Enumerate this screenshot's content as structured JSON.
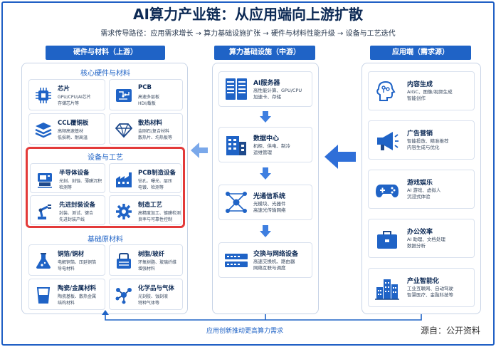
{
  "title": "AI算力产业链：从应用端向上游扩散",
  "subtitle": "需求传导路径：应用需求增长 → 算力基础设施扩张 → 硬件与材料性能升级 → 设备与工艺迭代",
  "columns": {
    "upstream": "硬件与材料（上游）",
    "midstream": "算力基础设施（中游）",
    "demand": "应用端（需求源）"
  },
  "upstream": {
    "core_title": "核心硬件与材料",
    "core": [
      {
        "title": "芯片",
        "desc": "GPU/CPU/AI芯片\n存储芯片等",
        "icon": "chip-icon"
      },
      {
        "title": "PCB",
        "desc": "高速多层板\nHDI/载板",
        "icon": "pcb-icon"
      },
      {
        "title": "CCL覆铜板",
        "desc": "高频高速基材\n低损耗、耐高温",
        "icon": "layers-icon"
      },
      {
        "title": "散热材料",
        "desc": "金刚石/复合材料\n散热片、均热板等",
        "icon": "diamond-icon"
      }
    ],
    "equip_title": "设备与工艺",
    "equip": [
      {
        "title": "半导体设备",
        "desc": "光刻、刻蚀、薄膜沉积\n检测等",
        "icon": "semiconductor-equipment-icon"
      },
      {
        "title": "PCB制造设备",
        "desc": "钻孔、曝光、层压\n电镀、检测等",
        "icon": "factory-icon"
      },
      {
        "title": "先进封装设备",
        "desc": "封装、测试、键合\n先进封装产线",
        "icon": "robot-arm-icon"
      },
      {
        "title": "制造工艺",
        "desc": "高精度加工、镀膜检测\n良率与可靠性控制",
        "icon": "gear-icon"
      }
    ],
    "base_title": "基础原材料",
    "base": [
      {
        "title": "铜箔/铜材",
        "desc": "电解铜箔、压延铜箔\n导电材料",
        "icon": "flask-icon"
      },
      {
        "title": "树脂/玻纤",
        "desc": "环氧树脂、玻璃纤维\n增强材料",
        "icon": "resin-icon"
      },
      {
        "title": "陶瓷/金属材料",
        "desc": "陶瓷基板、散热金属\n结构材料",
        "icon": "beaker-icon"
      },
      {
        "title": "化学品与气体",
        "desc": "光刻胶、蚀刻液\n特种气体等",
        "icon": "molecule-icon"
      }
    ]
  },
  "midstream": [
    {
      "title": "AI服务器",
      "desc": "高性能计算、GPU/CPU\n加速卡、存储",
      "icon": "server-rack-icon"
    },
    {
      "title": "数据中心",
      "desc": "机柜、供电、制冷\n运维管理",
      "icon": "building-icon"
    },
    {
      "title": "光通信系统",
      "desc": "光模块、光器件\n高速光传输网络",
      "icon": "network-icon"
    },
    {
      "title": "交换与网络设备",
      "desc": "高速交换机、路由器\n网络互联与调度",
      "icon": "switch-icon"
    }
  ],
  "demand": [
    {
      "title": "内容生成",
      "desc": "AIGC、图像/视频生成\n智能创作",
      "icon": "brain-icon"
    },
    {
      "title": "广告营销",
      "desc": "智能投放、精准推荐\n内容生成与优化",
      "icon": "megaphone-icon"
    },
    {
      "title": "游戏娱乐",
      "desc": "AI 游戏、虚拟人\n沉浸式体验",
      "icon": "gamepad-icon"
    },
    {
      "title": "办公效率",
      "desc": "AI 助理、文档处理\n数据分析",
      "icon": "briefcase-icon"
    },
    {
      "title": "产业智能化",
      "desc": "工业互联网、自动驾驶\n智慧医疗、金融科技等",
      "icon": "city-icon"
    }
  ],
  "feedback_label": "应用创新推动更高算力需求",
  "source": "源自：公开资料",
  "colors": {
    "primary": "#1f63c6",
    "highlight": "#e33a3a",
    "arrow": "#3f7fe0",
    "text": "#0d2a55"
  }
}
